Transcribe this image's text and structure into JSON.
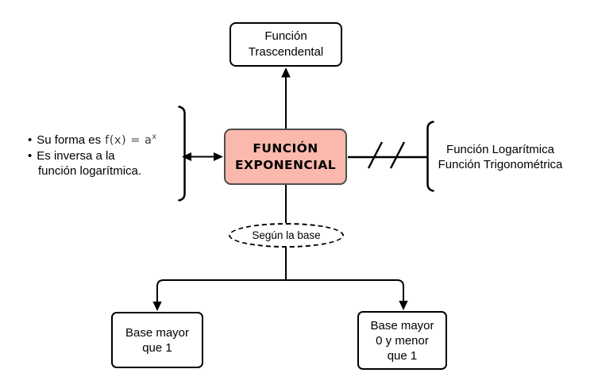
{
  "diagram": {
    "top_node": {
      "label": "Función\nTrascendental"
    },
    "center_node": {
      "label": "FUNCIÓN\nEXPONENCIAL"
    },
    "left_notes": {
      "items": [
        {
          "text": "Su forma es",
          "formula": "f(x) = a",
          "formula_exp": "x"
        },
        {
          "text": "Es inversa a la\nfunción logarítmica."
        }
      ]
    },
    "right_note": {
      "label": "Función Logarítmica\nFunción Trigonométrica"
    },
    "condition_node": {
      "label": "Según la base"
    },
    "branch_left_node": {
      "label": "Base mayor\nque 1"
    },
    "branch_right_node": {
      "label": "Base mayor\n0 y menor\nque 1"
    },
    "colors": {
      "accent_fill": "#FBB9AE",
      "accent_border": "#4D4D4D",
      "line": "#000000",
      "formula_text": "#3C3C3C",
      "background": "#FFFFFF"
    }
  }
}
